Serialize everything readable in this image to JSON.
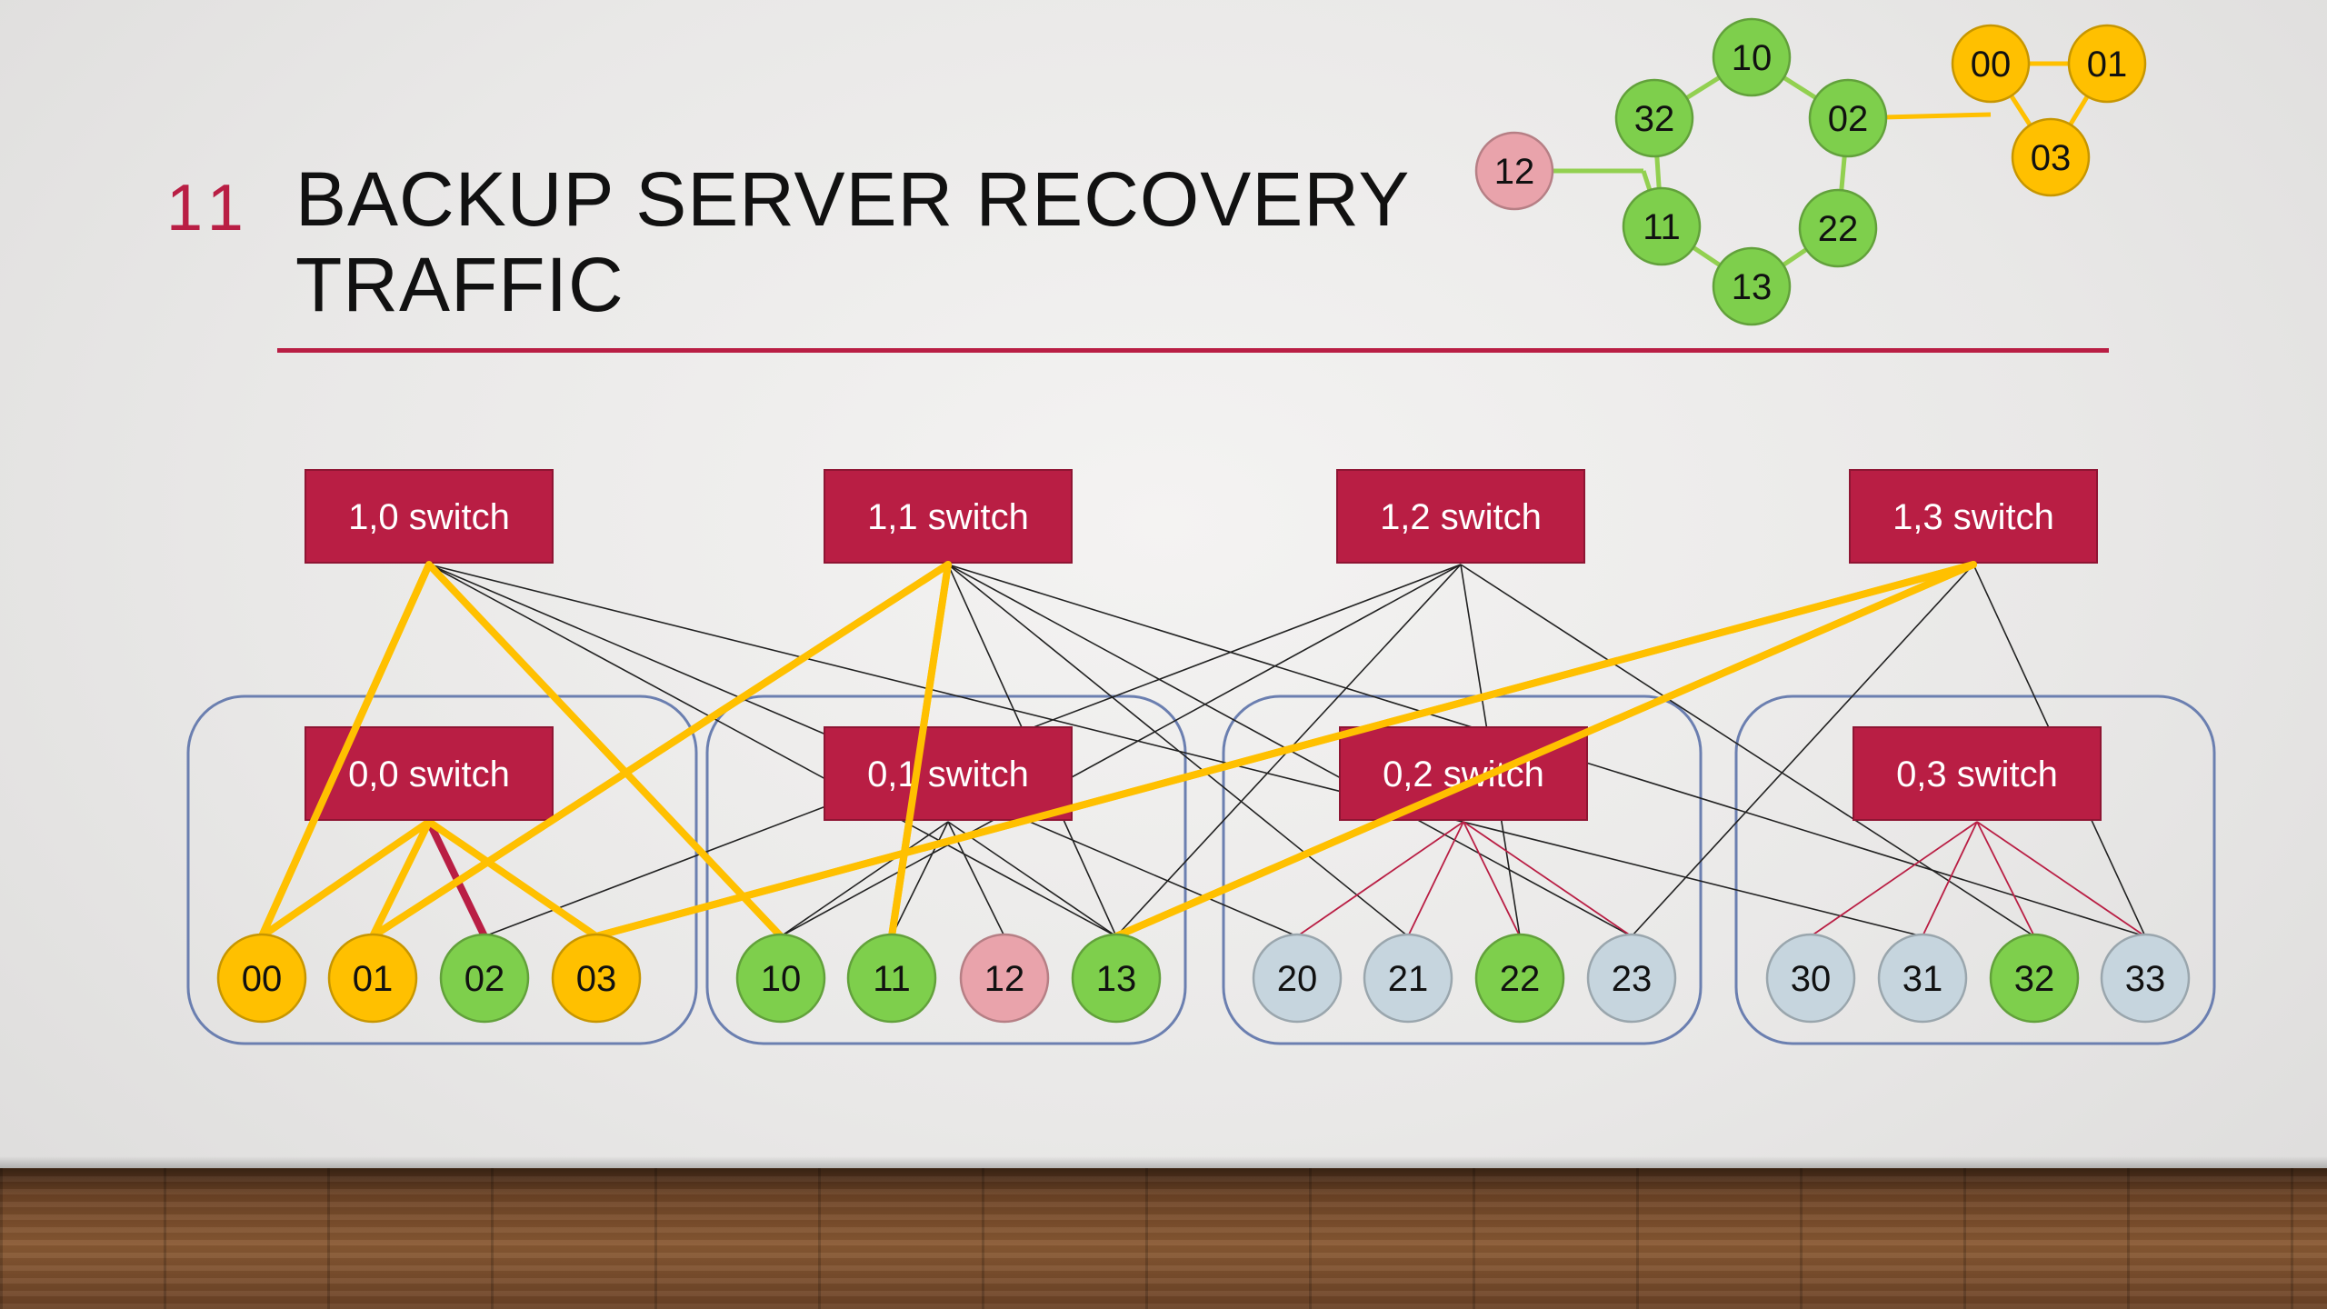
{
  "slide": {
    "number": "11",
    "title_line1": "BACKUP SERVER RECOVERY",
    "title_line2": "TRAFFIC"
  },
  "colors": {
    "accent": "#b91e44",
    "switch_fill": "#b91e44",
    "node_yellow": "#ffc000",
    "node_green": "#7ecf4c",
    "node_pink": "#e9a3ab",
    "node_gray": "#c6d5de",
    "link_yellow": "#ffc000",
    "link_green": "#92d050",
    "link_black": "#222222",
    "link_red": "#b91e44",
    "pod_border": "#6b7fb0"
  },
  "switches": {
    "core": [
      "1,0 switch",
      "1,1 switch",
      "1,2 switch",
      "1,3 switch"
    ],
    "edge": [
      "0,0 switch",
      "0,1 switch",
      "0,2 switch",
      "0,3 switch"
    ]
  },
  "pods": [
    {
      "nodes": [
        {
          "id": "00",
          "color": "yellow"
        },
        {
          "id": "01",
          "color": "yellow"
        },
        {
          "id": "02",
          "color": "green"
        },
        {
          "id": "03",
          "color": "yellow"
        }
      ]
    },
    {
      "nodes": [
        {
          "id": "10",
          "color": "green"
        },
        {
          "id": "11",
          "color": "green"
        },
        {
          "id": "12",
          "color": "pink"
        },
        {
          "id": "13",
          "color": "green"
        }
      ]
    },
    {
      "nodes": [
        {
          "id": "20",
          "color": "gray"
        },
        {
          "id": "21",
          "color": "gray"
        },
        {
          "id": "22",
          "color": "green"
        },
        {
          "id": "23",
          "color": "gray"
        }
      ]
    },
    {
      "nodes": [
        {
          "id": "30",
          "color": "gray"
        },
        {
          "id": "31",
          "color": "gray"
        },
        {
          "id": "32",
          "color": "green"
        },
        {
          "id": "33",
          "color": "gray"
        }
      ]
    }
  ],
  "ring": {
    "green_nodes": [
      "10",
      "02",
      "22",
      "13",
      "11",
      "32"
    ],
    "pink_node": "12",
    "yellow_nodes": [
      "00",
      "01",
      "03"
    ]
  }
}
